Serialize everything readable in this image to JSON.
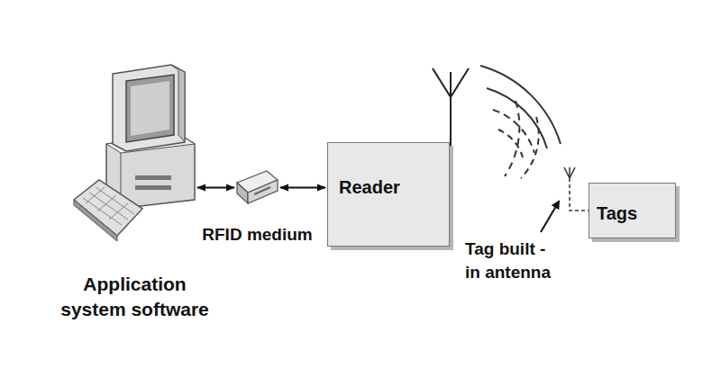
{
  "diagram": {
    "nodes": [
      {
        "text": [
          "Application system software"
        ]
      },
      {
        "text": [
          "RFID medium"
        ]
      },
      {
        "text": [
          "Reader"
        ]
      },
      {
        "text": [
          "Tags"
        ]
      }
    ],
    "edges": [
      {
        "from": 0,
        "to": 1,
        "arrow": "both"
      },
      {
        "from": 1,
        "to": 2,
        "arrow": "both"
      }
    ],
    "labels": [
      "Tag built -in antenna"
    ]
  }
}
